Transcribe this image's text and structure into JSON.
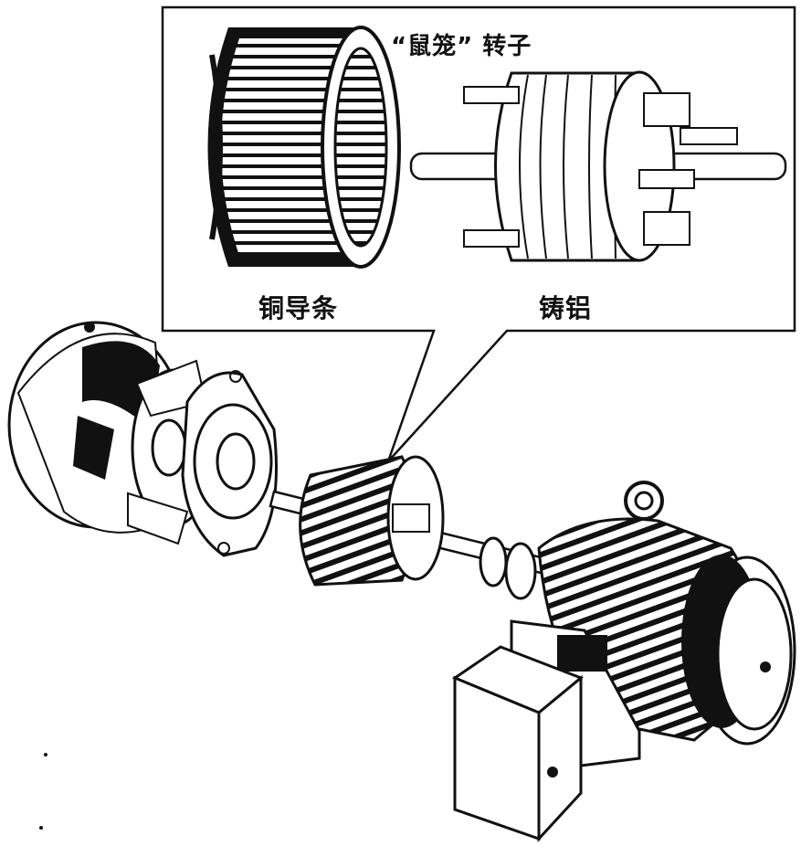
{
  "inset": {
    "title": "“鼠笼” 转子",
    "left_label": "铜导条",
    "right_label": "铸铝"
  },
  "parts": [
    "fan-cover",
    "fan",
    "front-end-shield",
    "rotor",
    "bearing",
    "stator-housing",
    "terminal-box",
    "rear-end-shield"
  ],
  "colors": {
    "ink": "#111111",
    "paper": "#ffffff",
    "shade": "#1a1a1a"
  }
}
